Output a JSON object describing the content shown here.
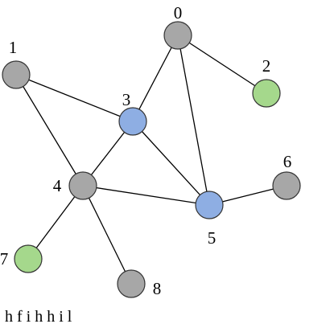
{
  "colors": {
    "gray": "#a7a7a7",
    "blue": "#8eaee3",
    "green": "#a5d88c",
    "edge": "#000000",
    "outline": "#333333"
  },
  "nodes": [
    {
      "id": "0",
      "label": "0",
      "color": "gray"
    },
    {
      "id": "1",
      "label": "1",
      "color": "gray"
    },
    {
      "id": "2",
      "label": "2",
      "color": "green"
    },
    {
      "id": "3",
      "label": "3",
      "color": "blue"
    },
    {
      "id": "4",
      "label": "4",
      "color": "gray"
    },
    {
      "id": "5",
      "label": "5",
      "color": "blue"
    },
    {
      "id": "6",
      "label": "6",
      "color": "gray"
    },
    {
      "id": "7",
      "label": "7",
      "color": "green"
    },
    {
      "id": "8",
      "label": "8",
      "color": "gray"
    }
  ],
  "edges": [
    [
      "0",
      "2"
    ],
    [
      "0",
      "3"
    ],
    [
      "0",
      "5"
    ],
    [
      "1",
      "3"
    ],
    [
      "1",
      "4"
    ],
    [
      "3",
      "4"
    ],
    [
      "3",
      "5"
    ],
    [
      "4",
      "5"
    ],
    [
      "5",
      "6"
    ],
    [
      "4",
      "7"
    ],
    [
      "4",
      "8"
    ]
  ],
  "caption": "h  f       i        h  h   i   l"
}
